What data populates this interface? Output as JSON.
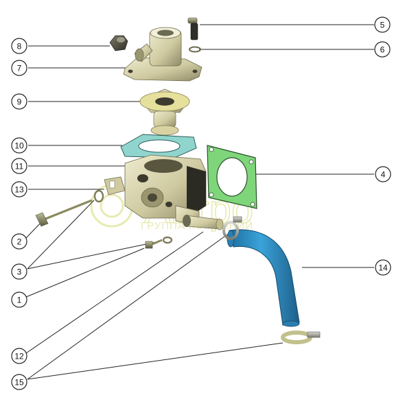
{
  "diagram": {
    "type": "exploded-assembly",
    "parts": [
      {
        "id": "p1",
        "label": "1"
      },
      {
        "id": "p2",
        "label": "2"
      },
      {
        "id": "p3",
        "label": "3"
      },
      {
        "id": "p4",
        "label": "4"
      },
      {
        "id": "p5",
        "label": "5"
      },
      {
        "id": "p6",
        "label": "6"
      },
      {
        "id": "p7",
        "label": "7"
      },
      {
        "id": "p8",
        "label": "8"
      },
      {
        "id": "p9",
        "label": "9"
      },
      {
        "id": "p10",
        "label": "10"
      },
      {
        "id": "p11",
        "label": "11"
      },
      {
        "id": "p12",
        "label": "12"
      },
      {
        "id": "p13",
        "label": "13"
      },
      {
        "id": "p14",
        "label": "14"
      },
      {
        "id": "p15",
        "label": "15"
      }
    ]
  },
  "watermark": {
    "brand": "Автро",
    "subtitle": "ГРУППА КОМПАНИЙ"
  },
  "colors": {
    "housing": "#d6d2a8",
    "gasket": "#7fd67a",
    "hose": "#2e8fc9",
    "steel": "#a8a8a0",
    "watermark": "#e7ebb0"
  }
}
